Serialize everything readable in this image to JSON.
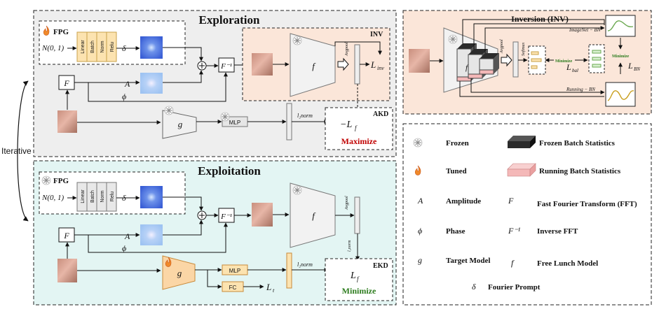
{
  "side": {
    "iterative": "Iterative"
  },
  "exploration": {
    "title": "Exploration",
    "fpg": "FPG",
    "noise": "N(0, 1)",
    "layers": [
      "Linear",
      "Batch",
      "Norm",
      "Relu"
    ],
    "delta": "δ",
    "fft": "F",
    "ifft": "F⁻¹",
    "amplitude": "A",
    "phase": "ϕ",
    "target": "g",
    "mlp": "MLP",
    "l2norm": "l₂norm",
    "inv": {
      "title": "INV",
      "model": "f",
      "avgpool": "Avgpool",
      "loss": "L",
      "loss_sub": "inv"
    },
    "akd": {
      "title": "AKD",
      "loss": "−L",
      "loss_sub": "f",
      "action": "Maximize"
    }
  },
  "exploitation": {
    "title": "Exploitation",
    "fpg": "FPG",
    "noise": "N(0, 1)",
    "layers": [
      "Linear",
      "Batch",
      "Norm",
      "Relu"
    ],
    "delta": "δ",
    "fft": "F",
    "ifft": "F⁻¹",
    "amplitude": "A",
    "phase": "ϕ",
    "target": "g",
    "model": "f",
    "avgpool": "Avgpool",
    "l2norm_top": "l₂norm",
    "l2norm": "l₂norm",
    "mlp": "MLP",
    "fc": "FC",
    "loss_t": "L",
    "loss_t_sub": "t",
    "ekd": {
      "title": "EKD",
      "loss": "L",
      "loss_sub": "f",
      "action": "Minimize"
    }
  },
  "inversion": {
    "title": "Inversion (INV)",
    "f_label": "f",
    "avgpool": "Avgpool",
    "softmax": "Softmax",
    "minimize_left": "Minimize",
    "minimize_right": "Minimize",
    "imagenet_bn": "ImageNet − BN",
    "running_bn": "Running − BN",
    "loss_bal": "L",
    "loss_bal_sub": "bal",
    "loss_bn": "L",
    "loss_bn_sub": "BN"
  },
  "legend": {
    "items": [
      {
        "symbol": "",
        "label": "Frozen"
      },
      {
        "symbol": "",
        "label": "Frozen Batch Statistics"
      },
      {
        "symbol": "",
        "label": "Tuned"
      },
      {
        "symbol": "",
        "label": "Running Batch Statistics"
      },
      {
        "symbol": "A",
        "label": "Amplitude"
      },
      {
        "symbol": "F",
        "label": "Fast Fourier Transform (FFT)"
      },
      {
        "symbol": "ϕ",
        "label": "Phase"
      },
      {
        "symbol": "F⁻¹",
        "label": "Inverse FFT"
      },
      {
        "symbol": "g",
        "label": "Target Model"
      },
      {
        "symbol": "f",
        "label": "Free Lunch Model"
      },
      {
        "symbol": "δ",
        "label": "Fourier Prompt"
      }
    ]
  },
  "colors": {
    "exploration_bg": "#eeeeee",
    "exploitation_bg": "#e3f5f3",
    "inv_bg": "#fbe6d9",
    "fpg_orange": "#fce3b0",
    "target_tuned": "#fbd6a6",
    "maximize": "#c00000",
    "minimize": "#2e7d1f",
    "frozen_stat": "#2b2b2b",
    "running_stat": "#f4b8b8"
  }
}
